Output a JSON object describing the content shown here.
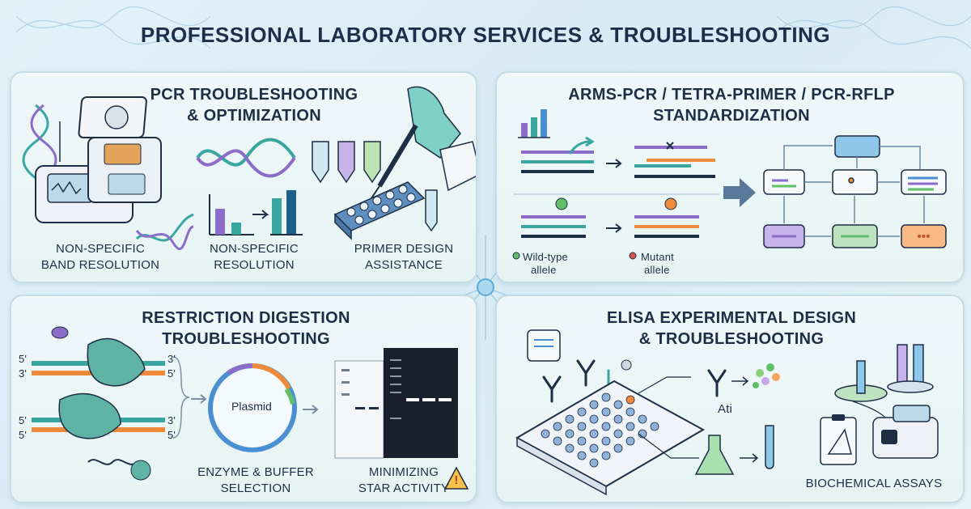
{
  "title": "PROFESSIONAL LABORATORY SERVICES & TROUBLESHOOTING",
  "panels": {
    "pcr": {
      "title_line1": "PCR TROUBLESHOOTING",
      "title_line2": "& OPTIMIZATION",
      "label1_line1": "NON-SPECIFIC",
      "label1_line2": "BAND RESOLUTION",
      "label2_line1": "NON-SPECIFIC",
      "label2_line2": "RESOLUTION",
      "label3_line1": "PRIMER DESIGN",
      "label3_line2": "ASSISTANCE"
    },
    "arms": {
      "title_line1": "ARMS-PCR / TETRA-PRIMER / PCR-RFLP",
      "title_line2": "STANDARDIZATION",
      "wildtype_line1": "Wild-type",
      "wildtype_line2": "allele",
      "mutant_line1": "Mutant",
      "mutant_line2": "allele",
      "flow_more": "•••"
    },
    "restriction": {
      "title_line1": "RESTRICTION DIGESTION",
      "title_line2": "TROUBLESHOOTING",
      "end_labels": [
        "5'",
        "3'",
        "3'",
        "5'",
        "5'",
        "3'",
        "5'",
        "5'"
      ],
      "plasmid": "Plasmid",
      "label1_line1": "ENZYME & BUFFER",
      "label1_line2": "SELECTION",
      "label2_line1": "MINIMIZING",
      "label2_line2": "STAR ACTIVITY",
      "warning_symbol": "!"
    },
    "elisa": {
      "title_line1": "ELISA EXPERIMENTAL DESIGN",
      "title_line2": "& TROUBLESHOOTING",
      "antibody_label": "Ati",
      "label_assays": "BIOCHEMICAL ASSAYS"
    }
  },
  "colors": {
    "navy": "#1d2e45",
    "teal": "#3aa6a0",
    "purple": "#8b6cc9",
    "green": "#5fbf6a",
    "orange": "#ef8a3a",
    "blue": "#4a8fd1",
    "red": "#d9534f"
  }
}
